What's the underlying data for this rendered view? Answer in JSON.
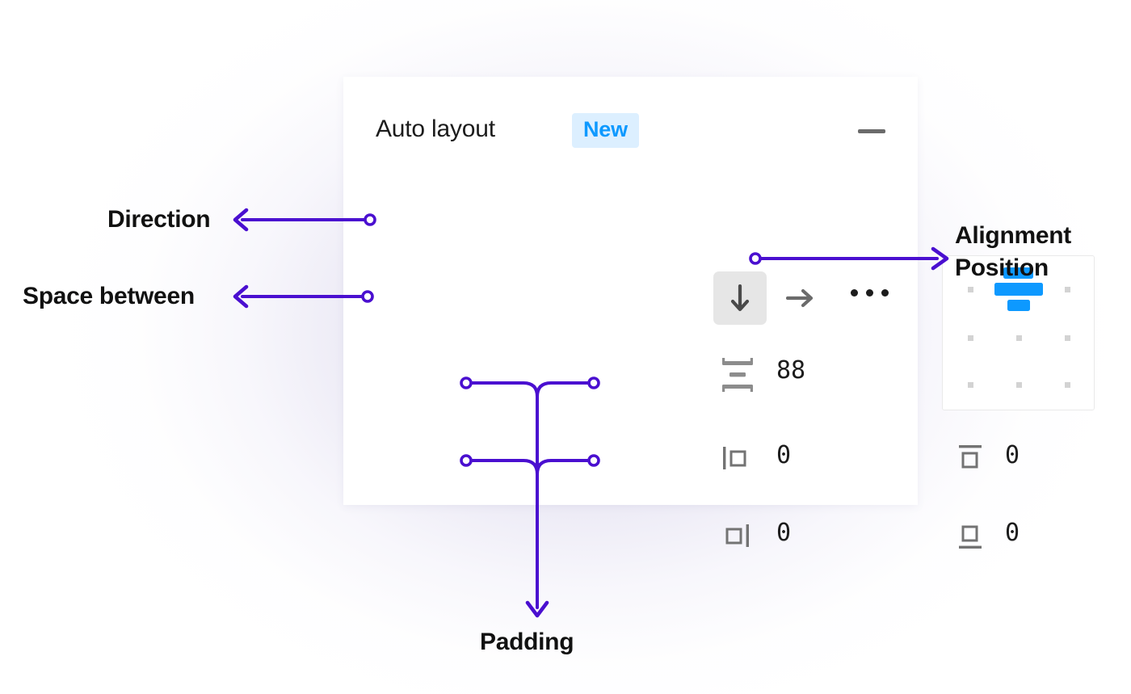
{
  "panel": {
    "title": "Auto layout",
    "badge": "New",
    "minimize_icon": "minus-icon",
    "overflow_icon": "more-options-icon",
    "direction": {
      "selected": "vertical",
      "options": [
        {
          "id": "vertical",
          "icon": "arrow-down-icon",
          "selected": true
        },
        {
          "id": "horizontal",
          "icon": "arrow-right-icon",
          "selected": false
        }
      ]
    },
    "space_between": {
      "icon": "space-between-icon",
      "value": "88"
    },
    "alignment": {
      "icon": "alignment-grid-icon",
      "selected_cell": "top-center",
      "rows": 3,
      "cols": 3
    },
    "padding": {
      "left": {
        "icon": "padding-left-icon",
        "value": "0"
      },
      "top": {
        "icon": "padding-top-icon",
        "value": "0"
      },
      "right": {
        "icon": "padding-right-icon",
        "value": "0"
      },
      "bottom": {
        "icon": "padding-bottom-icon",
        "value": "0"
      },
      "individual_toggle_icon": "individual-padding-icon"
    }
  },
  "annotations": {
    "direction": "Direction",
    "space_between": "Space between",
    "alignment_position": "Alignment\nPosition",
    "padding": "Padding"
  },
  "colors": {
    "accent_blue": "#0d99ff",
    "badge_bg": "#dcefff",
    "annotation_purple": "#4a0fd0",
    "panel_bg": "#ffffff",
    "selected_button_bg": "#e6e6e6",
    "text": "#1c1c1c"
  }
}
